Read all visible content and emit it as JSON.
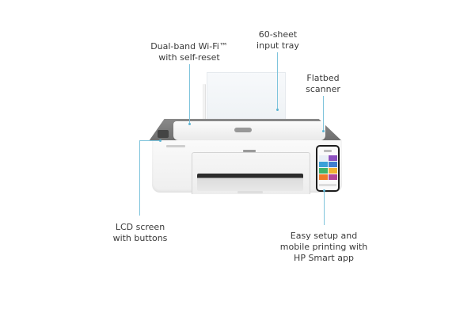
{
  "image": {
    "subject": "HP DeskJet all-in-one printer with smartphone",
    "background": "#ffffff"
  },
  "callouts": [
    {
      "id": "wifi",
      "lines": [
        "Dual-band Wi-Fi™",
        "with self-reset"
      ]
    },
    {
      "id": "tray",
      "lines": [
        "60-sheet",
        "input tray"
      ]
    },
    {
      "id": "scanner",
      "lines": [
        "Flatbed",
        "scanner"
      ]
    },
    {
      "id": "lcd",
      "lines": [
        "LCD screen",
        "with buttons"
      ]
    },
    {
      "id": "app",
      "lines": [
        "Easy setup and",
        "mobile printing with",
        "HP Smart app"
      ]
    }
  ],
  "colors": {
    "callout_line": "#7fc4dc",
    "text": "#3a3a3a",
    "printer_body": "#f2f2f2",
    "printer_accent": "#7a7a7a"
  },
  "phone_tiles": [
    "#3aa0d8",
    "#8c4fbf",
    "#3aa0d8",
    "#3f7fd0",
    "#3fb36b",
    "#f0b233",
    "#f07a2a",
    "#b3479a"
  ]
}
